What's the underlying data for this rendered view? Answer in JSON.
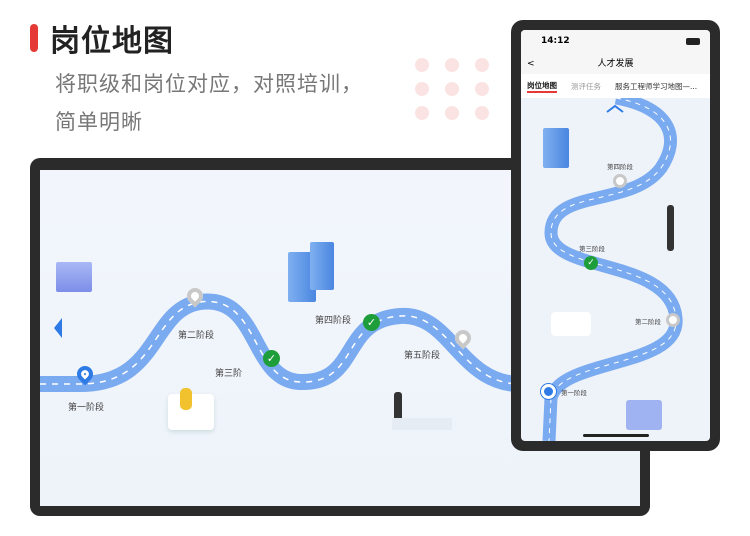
{
  "heading": {
    "title": "岗位地图",
    "subtitle_lines": [
      "将职级和岗位对应，对照培训，",
      "简单明晰"
    ]
  },
  "tablet": {
    "stages": [
      "第一阶段",
      "第二阶段",
      "第三阶",
      "第四阶段",
      "第五阶段"
    ]
  },
  "phone": {
    "time": "14:12",
    "nav_title": "人才发展",
    "back": "<",
    "tabs": [
      "岗位地图",
      "测评任务",
      "服务工程师学习地图—..."
    ],
    "stages": [
      "第四阶段",
      "第三阶段",
      "第二阶段",
      "第一阶段"
    ]
  },
  "colors": {
    "accent": "#e53935",
    "road": "#7aaaf0",
    "check": "#1e9e3a",
    "pin": "#2f7be6"
  }
}
